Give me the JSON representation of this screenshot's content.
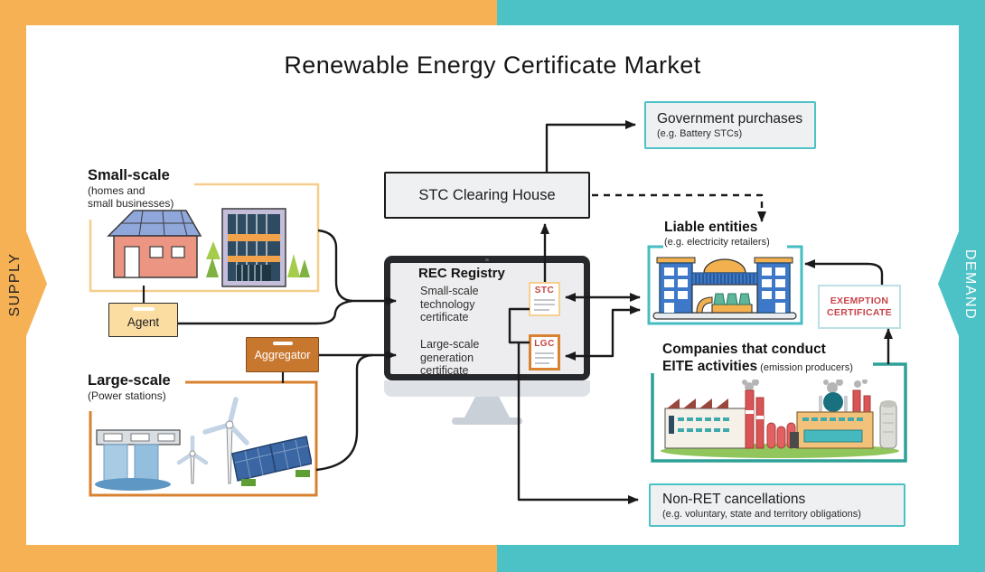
{
  "title": "Renewable Energy Certificate Market",
  "sides": {
    "supply": "SUPPLY",
    "demand": "DEMAND"
  },
  "colors": {
    "supply_orange": "#F6B155",
    "demand_teal": "#4CC2C6",
    "frame_light_orange": "#F6CE8B",
    "frame_orange": "#D8812F",
    "frame_teal_dark": "#2FA096",
    "liable_frame_teal": "#45BDC1",
    "line_black": "#1A1A1A",
    "cert_red": "#C4453F"
  },
  "small_scale": {
    "title": "Small-scale",
    "subtitle": "(homes and\nsmall businesses)"
  },
  "agent": {
    "label": "Agent"
  },
  "aggregator": {
    "label": "Aggregator"
  },
  "large_scale": {
    "title": "Large-scale",
    "subtitle": "(Power stations)"
  },
  "registry": {
    "title": "REC Registry",
    "small_cert": "Small-scale\ntechnology\ncertificate",
    "large_cert": "Large-scale\ngeneration\ncertificate",
    "stc": "STC",
    "lgc": "LGC"
  },
  "clearing_house": {
    "label": "STC Clearing House"
  },
  "government": {
    "title": "Government purchases",
    "subtitle": "(e.g. Battery STCs)"
  },
  "liable": {
    "title": "Liable entities",
    "subtitle": "(e.g. electricity retailers)"
  },
  "exemption": {
    "label": "EXEMPTION\nCERTIFICATE"
  },
  "eite": {
    "line1": "Companies that conduct",
    "line2": "EITE activities",
    "subtitle": " (emission producers)"
  },
  "non_ret": {
    "title": "Non-RET cancellations",
    "subtitle": "(e.g. voluntary, state and territory obligations)"
  }
}
